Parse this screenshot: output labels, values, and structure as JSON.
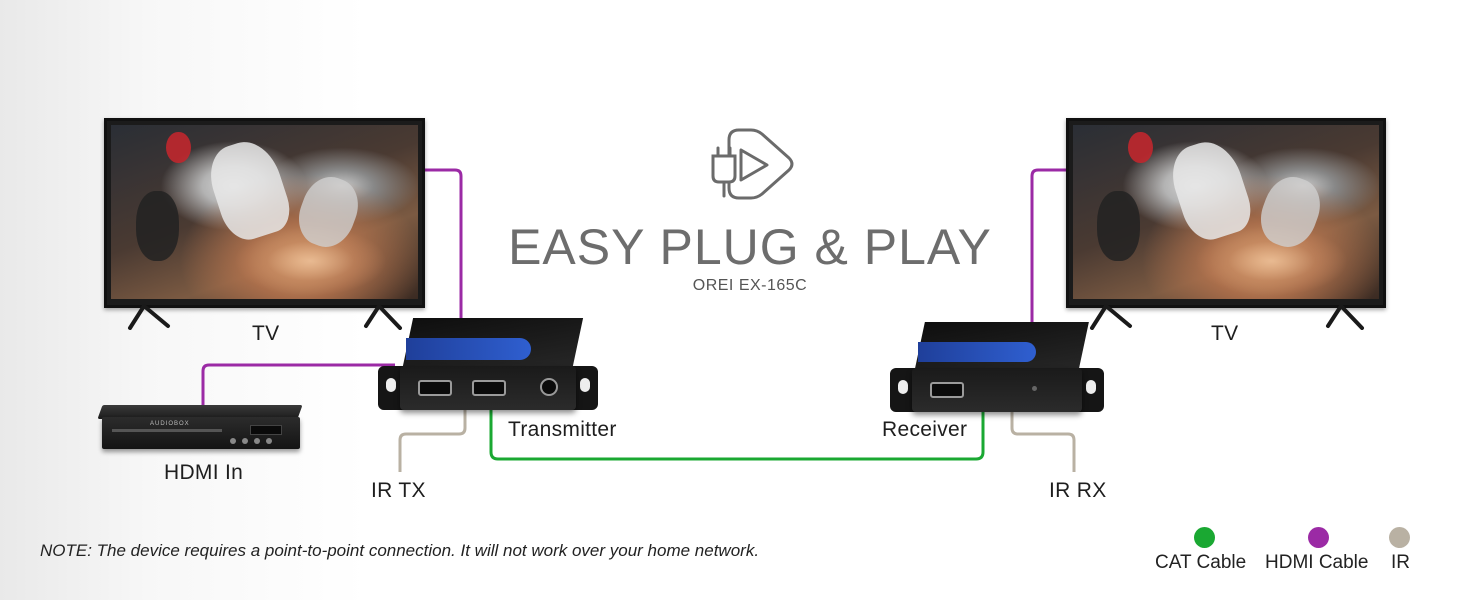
{
  "header": {
    "title": "EASY PLUG & PLAY",
    "subtitle": "OREI EX-165C",
    "icon": "plug-play-icon"
  },
  "devices": {
    "tv_left_label": "TV",
    "tv_right_label": "TV",
    "hdmi_in_label": "HDMI In",
    "transmitter_label": "Transmitter",
    "receiver_label": "Receiver",
    "ir_tx_label": "IR TX",
    "ir_rx_label": "IR RX",
    "dvd_brand": "AUDIOBOX"
  },
  "note": "NOTE: The device requires a point-to-point connection. It will not work over your home network.",
  "legend": [
    {
      "label": "CAT Cable",
      "color": "#1aa832"
    },
    {
      "label": "HDMI Cable",
      "color": "#9b2aa5"
    },
    {
      "label": "IR",
      "color": "#b9b1a3"
    }
  ],
  "colors": {
    "cat": "#1aa832",
    "hdmi": "#9b2aa5",
    "ir": "#b9b1a3"
  }
}
